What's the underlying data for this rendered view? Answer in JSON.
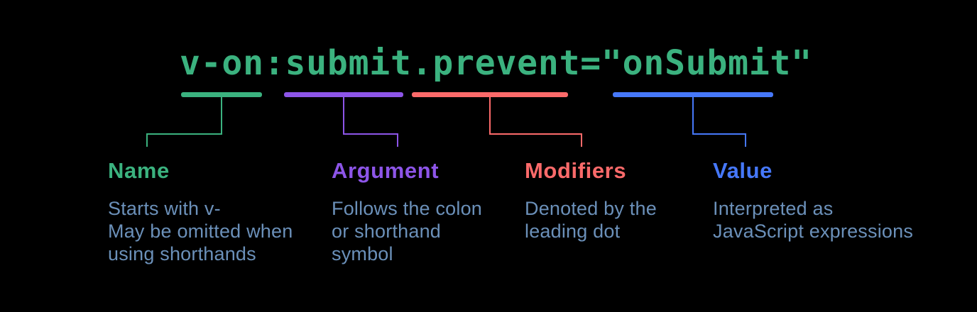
{
  "diagram": {
    "background": "#000000",
    "description_color": "#6b90b9",
    "code": {
      "text": "v-on:submit.prevent=\"onSubmit\"",
      "color": "#3bb27f"
    },
    "parts": [
      {
        "label": "Name",
        "color": "#3bb27f",
        "annotates": "v-on",
        "description": "Starts with v-\nMay be omitted when\nusing shorthands"
      },
      {
        "label": "Argument",
        "color": "#8d55e8",
        "annotates": "submit",
        "description": "Follows the colon\nor shorthand\nsymbol"
      },
      {
        "label": "Modifiers",
        "color": "#fc6a6a",
        "annotates": ".prevent",
        "description": "Denoted by the\nleading dot"
      },
      {
        "label": "Value",
        "color": "#4678fa",
        "annotates": "onSubmit",
        "description": "Interpreted as\nJavaScript expressions"
      }
    ]
  }
}
